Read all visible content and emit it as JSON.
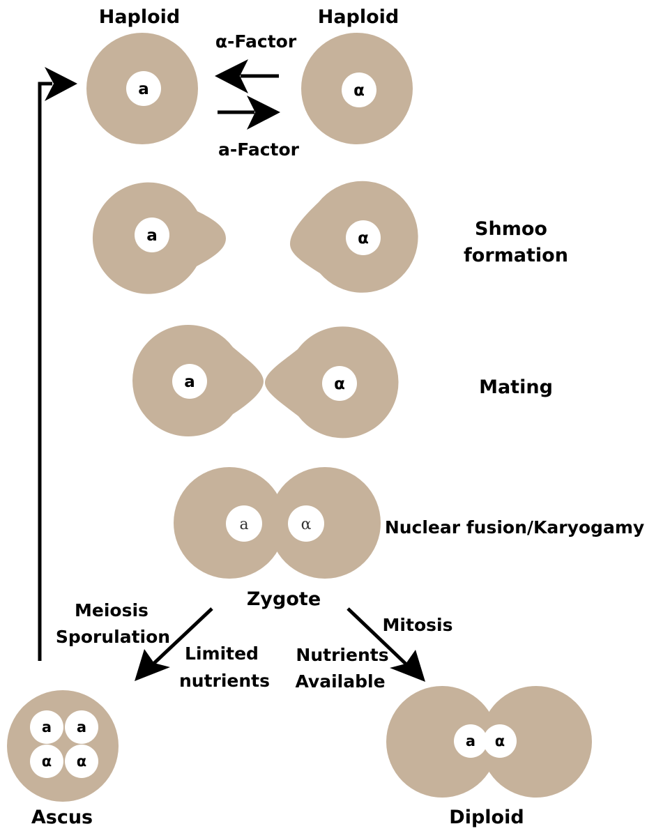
{
  "labels": {
    "haploid_left": "Haploid",
    "haploid_right": "Haploid",
    "alpha_factor": "α-Factor",
    "a_factor": "a-Factor",
    "shmoo_line1": "Shmoo",
    "shmoo_line2": "formation",
    "mating": "Mating",
    "nuclear_fusion": "Nuclear fusion/Karyogamy",
    "zygote": "Zygote",
    "meiosis_line1": "Meiosis",
    "meiosis_line2": "Sporulation",
    "limited_line1": "Limited",
    "limited_line2": "nutrients",
    "mitosis": "Mitosis",
    "nutrients_line1": "Nutrients",
    "nutrients_line2": "Available",
    "ascus": "Ascus",
    "diploid": "Diploid"
  },
  "nuclei": {
    "a": "a",
    "alpha": "α"
  },
  "colors": {
    "cell": "#c6b29b",
    "nucleus": "#ffffff",
    "arrow": "#000000"
  }
}
